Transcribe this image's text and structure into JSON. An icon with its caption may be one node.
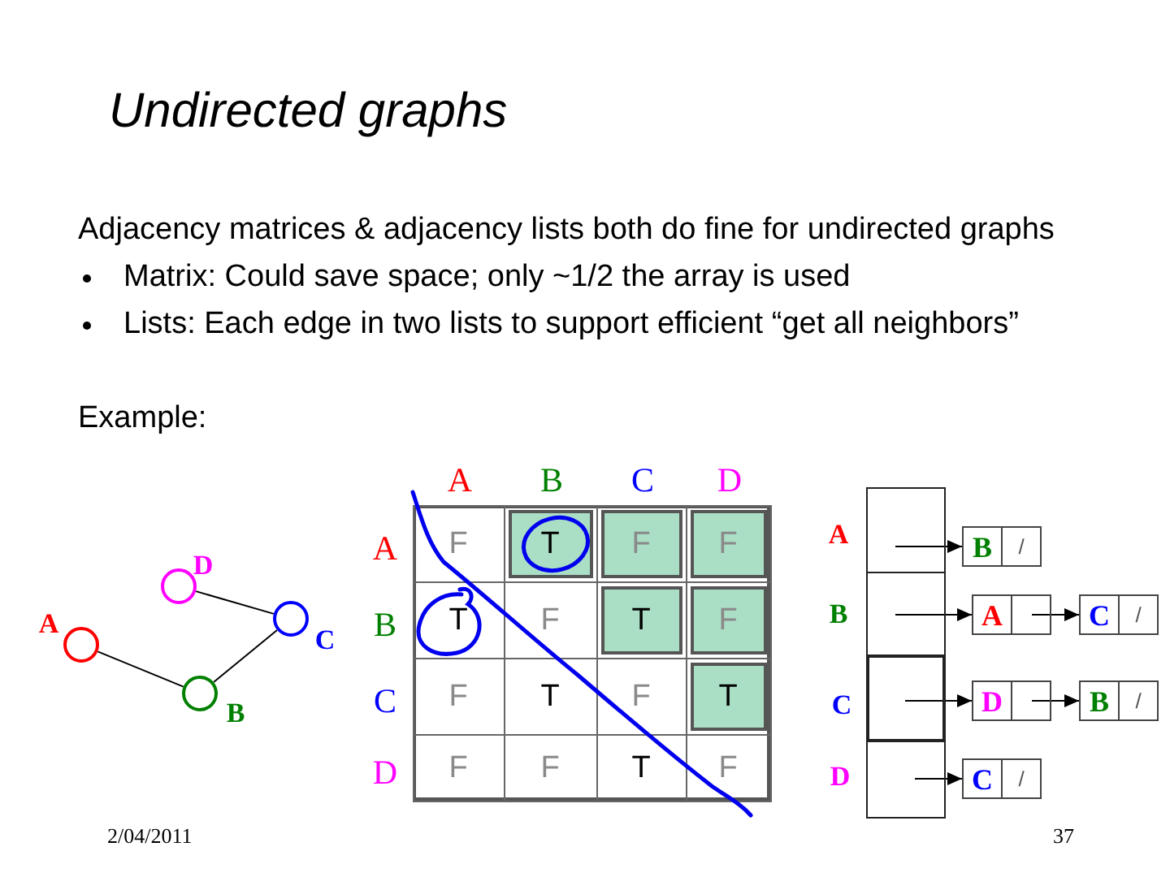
{
  "diagram": {
    "title": "Undirected graphs",
    "nodes": [
      {
        "text": [],
        "shape": "circle",
        "beside": [
          "A"
        ]
      },
      {
        "text": [],
        "shape": "circle",
        "beside": [
          "D"
        ]
      },
      {
        "text": [],
        "shape": "circle",
        "beside": [
          "B"
        ]
      },
      {
        "text": [],
        "shape": "circle",
        "beside": [
          "C"
        ]
      },
      {
        "text": [],
        "shape": "box",
        "beside": [
          "A"
        ]
      },
      {
        "text": [],
        "shape": "box",
        "beside": [
          "B"
        ]
      },
      {
        "text": [],
        "shape": "box",
        "beside": [
          "C"
        ]
      },
      {
        "text": [],
        "shape": "box",
        "beside": [
          "D"
        ]
      },
      {
        "text": [
          "B",
          "/"
        ]
      },
      {
        "text": [
          "A"
        ]
      },
      {
        "text": [
          "C",
          "/"
        ]
      },
      {
        "text": [
          "D"
        ]
      },
      {
        "text": [
          "B",
          "/"
        ]
      },
      {
        "text": [
          "C",
          "/"
        ]
      }
    ],
    "edges": [
      {
        "from": 0,
        "to": 2,
        "arrow": "none"
      },
      {
        "from": 2,
        "to": 3,
        "arrow": "none"
      },
      {
        "from": 1,
        "to": 3,
        "arrow": "none"
      },
      {
        "from": 4,
        "to": 8,
        "arrow": "to"
      },
      {
        "from": 5,
        "to": 9,
        "arrow": "to"
      },
      {
        "from": 9,
        "to": 10,
        "arrow": "to"
      },
      {
        "from": 6,
        "to": 11,
        "arrow": "to"
      },
      {
        "from": 11,
        "to": 12,
        "arrow": "to"
      },
      {
        "from": 7,
        "to": 13,
        "arrow": "to"
      }
    ],
    "labels": [
      "Adjacency matrices & adjacency lists both do fine for undirected graphs",
      "Matrix: Could save space; only ~1/2 the array is used",
      "Lists: Each edge in two lists to support efficient “get all neighbors”",
      "Example:",
      "A",
      "B",
      "C",
      "D",
      "A",
      "F",
      "T",
      "F",
      "F",
      "B",
      "T",
      "F",
      "T",
      "F",
      "C",
      "F",
      "T",
      "F",
      "T",
      "D",
      "F",
      "F",
      "T",
      "F",
      "2/04/2011",
      "37"
    ]
  }
}
